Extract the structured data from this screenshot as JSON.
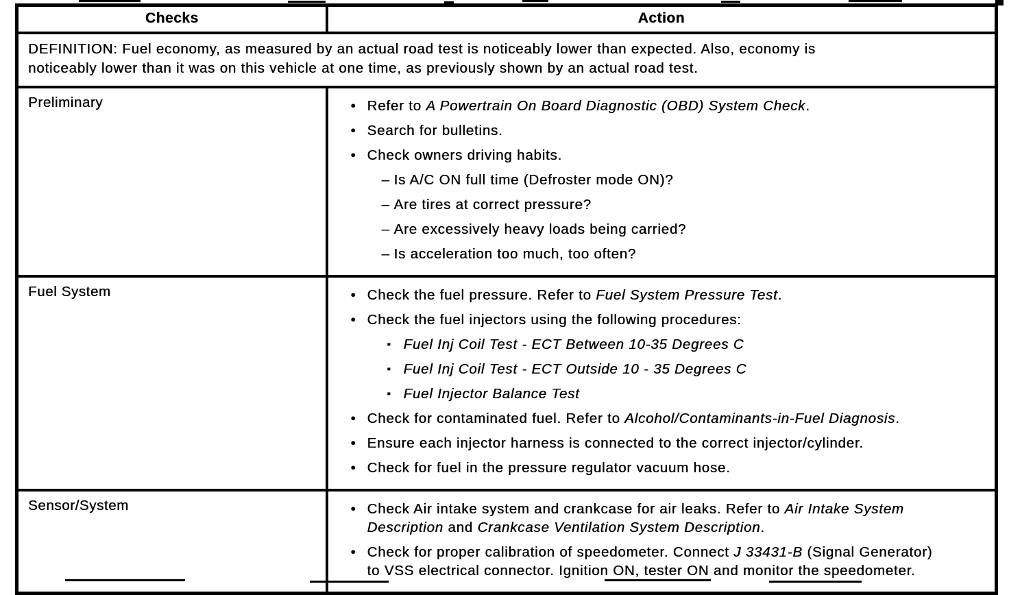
{
  "markers": {
    "bullet": "•",
    "dash": "–",
    "square": "▪"
  },
  "table": {
    "header": {
      "checks": "Checks",
      "action": "Action"
    },
    "definition": "DEFINITION: Fuel economy, as measured by an actual road test is noticeably lower than expected. Also, economy is noticeably lower than it was on this vehicle at one time, as previously shown by an actual road test.",
    "rows": [
      {
        "check": "Preliminary",
        "actions": [
          {
            "level": "bullet",
            "segments": [
              {
                "t": "Refer to "
              },
              {
                "t": "A Powertrain On Board Diagnostic (OBD) System Check",
                "i": true
              },
              {
                "t": "."
              }
            ]
          },
          {
            "level": "bullet",
            "segments": [
              {
                "t": "Search for bulletins."
              }
            ]
          },
          {
            "level": "bullet",
            "segments": [
              {
                "t": "Check owners driving habits."
              }
            ]
          },
          {
            "level": "dash",
            "segments": [
              {
                "t": "Is A/C ON full time (Defroster mode ON)?"
              }
            ]
          },
          {
            "level": "dash",
            "segments": [
              {
                "t": "Are tires at correct pressure?"
              }
            ]
          },
          {
            "level": "dash",
            "segments": [
              {
                "t": "Are excessively heavy loads being carried?"
              }
            ]
          },
          {
            "level": "dash",
            "segments": [
              {
                "t": "Is acceleration too much, too often?"
              }
            ]
          }
        ]
      },
      {
        "check": "Fuel System",
        "actions": [
          {
            "level": "bullet",
            "segments": [
              {
                "t": "Check the fuel pressure. Refer to "
              },
              {
                "t": "Fuel System Pressure Test",
                "i": true
              },
              {
                "t": "."
              }
            ]
          },
          {
            "level": "bullet",
            "segments": [
              {
                "t": "Check the fuel injectors using the following procedures:"
              }
            ]
          },
          {
            "level": "square",
            "segments": [
              {
                "t": "Fuel Inj Coil Test - ECT Between 10-35 Degrees C",
                "i": true
              }
            ]
          },
          {
            "level": "square",
            "segments": [
              {
                "t": "Fuel Inj Coil Test - ECT Outside 10 - 35 Degrees C",
                "i": true
              }
            ]
          },
          {
            "level": "square",
            "segments": [
              {
                "t": "Fuel Injector Balance Test",
                "i": true
              }
            ]
          },
          {
            "level": "bullet",
            "segments": [
              {
                "t": "Check for contaminated fuel. Refer to "
              },
              {
                "t": "Alcohol/Contaminants-in-Fuel Diagnosis",
                "i": true
              },
              {
                "t": "."
              }
            ]
          },
          {
            "level": "bullet",
            "segments": [
              {
                "t": "Ensure each injector harness is connected to the correct injector/cylinder."
              }
            ]
          },
          {
            "level": "bullet",
            "segments": [
              {
                "t": "Check for fuel in the pressure regulator vacuum hose."
              }
            ]
          }
        ]
      },
      {
        "check": "Sensor/System",
        "actions": [
          {
            "level": "bullet",
            "segments": [
              {
                "t": "Check Air intake system and crankcase for air leaks. Refer to "
              },
              {
                "t": "Air Intake System Description",
                "i": true
              },
              {
                "t": " and "
              },
              {
                "t": "Crankcase Ventilation System Description",
                "i": true
              },
              {
                "t": "."
              }
            ]
          },
          {
            "level": "bullet",
            "segments": [
              {
                "t": "Check for proper calibration of speedometer. Connect "
              },
              {
                "t": "J 33431-B",
                "i": true
              },
              {
                "t": " (Signal Generator) to VSS electrical connector. Ignition ON, tester ON and monitor the speedometer."
              }
            ]
          }
        ]
      }
    ]
  }
}
